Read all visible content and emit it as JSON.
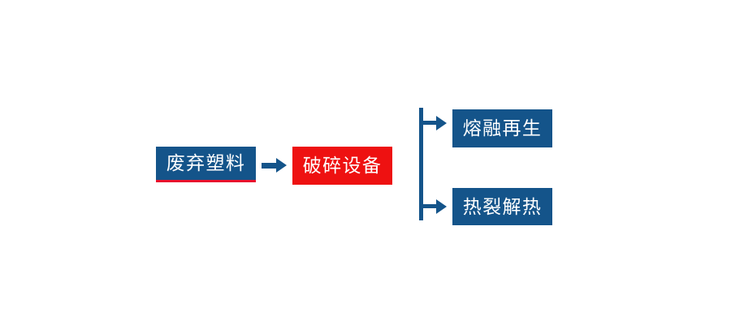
{
  "diagram": {
    "type": "process-flow",
    "background_color": "#ffffff",
    "palette": {
      "primary_blue": "#14548A",
      "accent_red": "#EE1111",
      "rule_red": "#E8112D",
      "node_text": "#ffffff"
    },
    "source_node": {
      "label": "废弃塑料",
      "fill": "#14548A",
      "has_bottom_rule": true
    },
    "process_node": {
      "label": "破碎设备",
      "fill": "#EE1111"
    },
    "connector": {
      "main_arrow": "arrow-right",
      "branch_trunk": "vertical-line",
      "branch_arrows": [
        "arrow-right",
        "arrow-right"
      ]
    },
    "branch_nodes": [
      {
        "label": "熔融再生",
        "fill": "#14548A"
      },
      {
        "label": "热裂解热",
        "fill": "#14548A"
      }
    ]
  }
}
